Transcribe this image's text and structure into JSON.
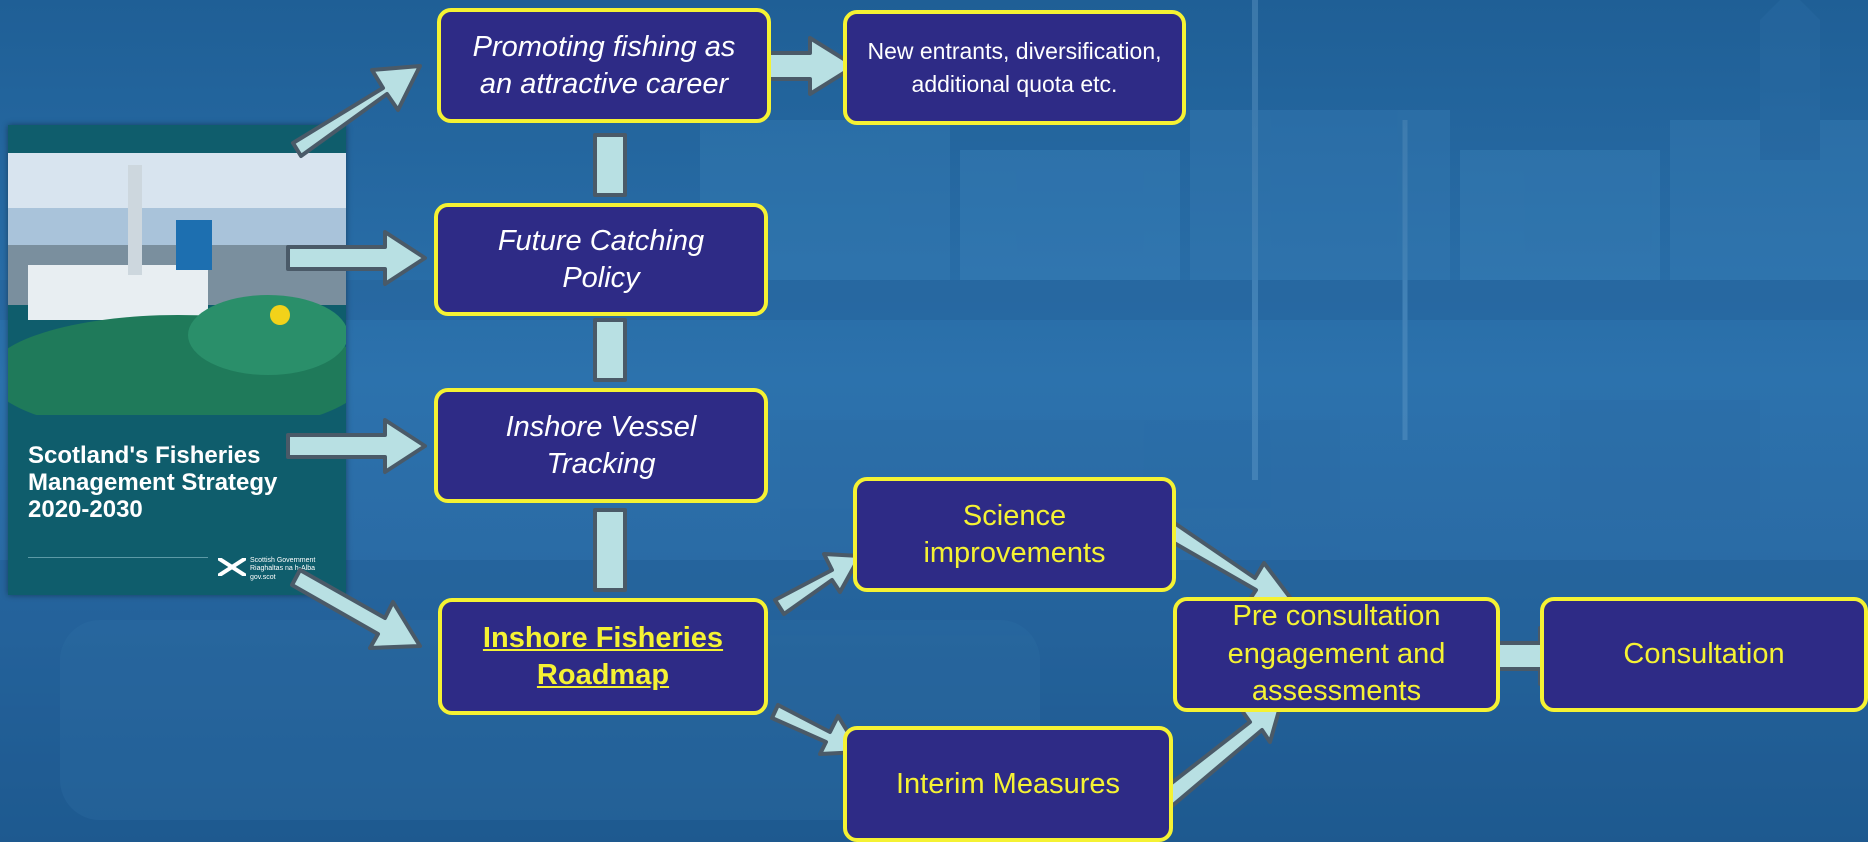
{
  "cover": {
    "title": "Scotland's Fisheries\nManagement Strategy\n2020-2030",
    "org_line": "Scottish Government\nRiaghaltas na h-Alba\ngov.scot",
    "logo_icon": "saltire-icon",
    "photo_icon": "fishing-harbour-photo"
  },
  "nodes": {
    "promoting": "Promoting fishing as an attractive career",
    "new_entrants": "New entrants, diversification, additional quota etc.",
    "future_catching": "Future Catching Policy",
    "vessel_tracking": "Inshore Vessel Tracking",
    "roadmap": "Inshore Fisheries Roadmap",
    "science": "Science improvements",
    "interim": "Interim Measures",
    "pre_consultation": "Pre consultation engagement and assessments",
    "consultation": "Consultation"
  },
  "background": {
    "scene": "harbour-town-photo"
  },
  "colors": {
    "node_fill": "#2e2b86",
    "node_border": "#f5f233",
    "arrow_fill": "#b8e0e3",
    "arrow_stroke": "#4a5a68",
    "background_blue": "#2c72ad"
  }
}
